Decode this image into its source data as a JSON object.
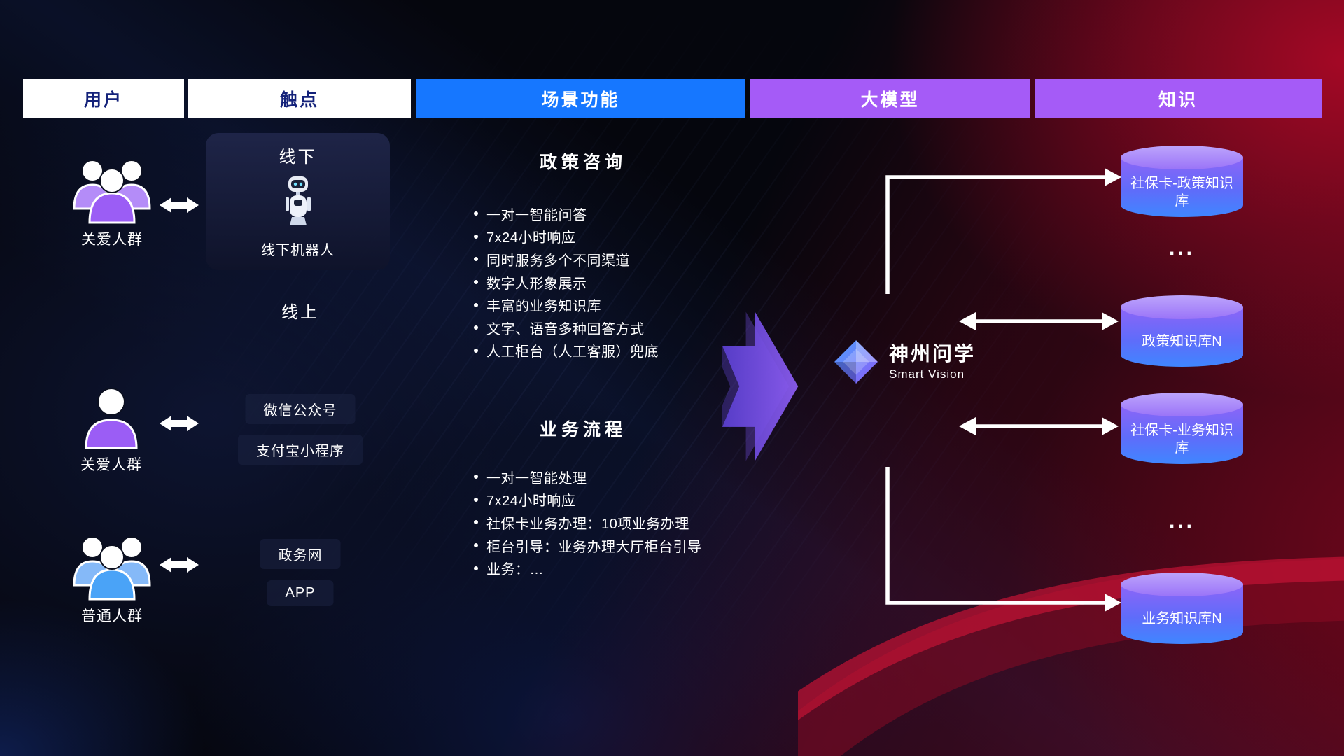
{
  "colors": {
    "header_text_dark": "#14227a",
    "header_blue": "#1677ff",
    "header_purple": "#a55bf7",
    "user_purple": "#9b5df5",
    "user_blue": "#4aa3f7",
    "cylinder_top": "#a98cf9",
    "cylinder_bottom": "#3f86ff",
    "red_glow": "#b30f2e",
    "arrow_white": "#ffffff"
  },
  "header": {
    "columns": [
      {
        "label": "用户"
      },
      {
        "label": "触点"
      },
      {
        "label": "场景功能"
      },
      {
        "label": "大模型"
      },
      {
        "label": "知识"
      }
    ]
  },
  "users": [
    {
      "label": "关爱人群"
    },
    {
      "label": "关爱人群"
    },
    {
      "label": "普通人群"
    }
  ],
  "touchpoints": {
    "offline_title": "线下",
    "offline_robot_label": "线下机器人",
    "online_title": "线上",
    "channels": [
      "微信公众号",
      "支付宝小程序",
      "政务网",
      "APP"
    ]
  },
  "scenario": {
    "sections": [
      {
        "title": "政策咨询",
        "items": [
          "一对一智能问答",
          "7x24小时响应",
          "同时服务多个不同渠道",
          "数字人形象展示",
          "丰富的业务知识库",
          "文字、语音多种回答方式",
          "人工柜台（人工客服）兜底"
        ]
      },
      {
        "title": "业务流程",
        "items": [
          "一对一智能处理",
          "7x24小时响应",
          "社保卡业务办理：10项业务办理",
          "柜台引导：业务办理大厅柜台引导",
          "业务：…"
        ]
      }
    ]
  },
  "model": {
    "name": "神州问学",
    "subtitle": "Smart Vision"
  },
  "knowledge": {
    "cylinders": [
      "社保卡-政策知识库",
      "政策知识库N",
      "社保卡-业务知识库",
      "业务知识库N"
    ],
    "ellipsis": "..."
  }
}
